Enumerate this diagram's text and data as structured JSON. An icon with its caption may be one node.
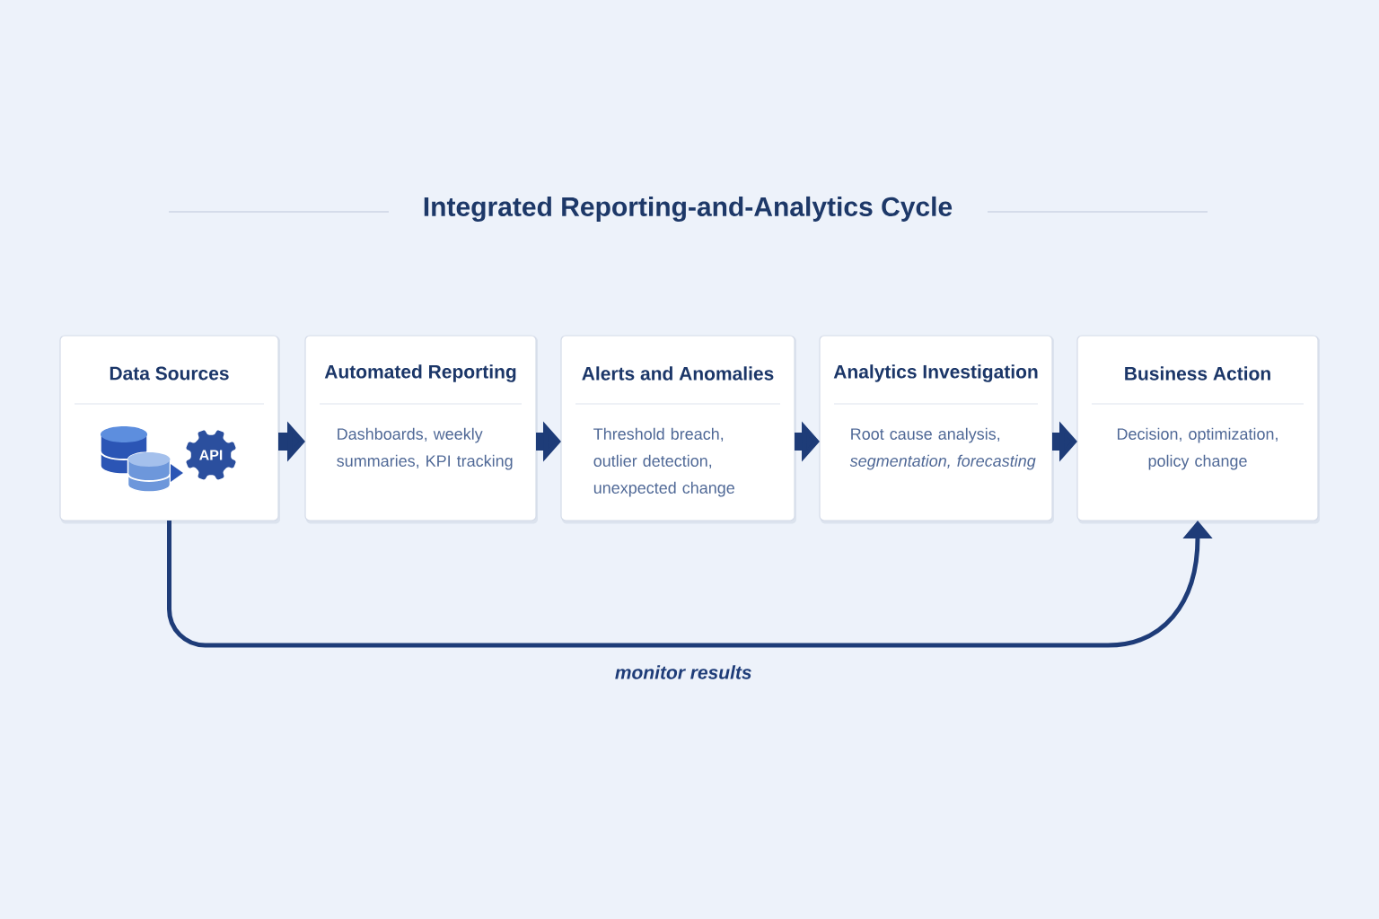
{
  "diagram": {
    "title": "Integrated Reporting-and-Analytics Cycle",
    "nodes": [
      {
        "text": [
          "Data Sources"
        ]
      },
      {
        "text": [
          "API"
        ],
        "in": 0
      },
      {
        "text": [
          "Automated Reporting",
          "Dashboards, weekly summaries, KPI tracking"
        ]
      },
      {
        "text": [
          "Alerts and Anomalies",
          "Threshold breach, outlier detection, unexpected change"
        ]
      },
      {
        "text": [
          "Analytics Investigation",
          "Root cause analysis, *segmentation, forecasting*"
        ]
      },
      {
        "text": [
          "Business Action",
          "Decision, optimization, policy change"
        ]
      }
    ],
    "edges": [
      {
        "from": 0,
        "to": 2,
        "arrow": "to"
      },
      {
        "from": 2,
        "to": 3,
        "arrow": "to"
      },
      {
        "from": 3,
        "to": 4,
        "arrow": "to"
      },
      {
        "from": 4,
        "to": 5,
        "arrow": "to"
      },
      {
        "from": 0,
        "to": 5,
        "arrow": "to",
        "label": "monitor results"
      }
    ]
  }
}
